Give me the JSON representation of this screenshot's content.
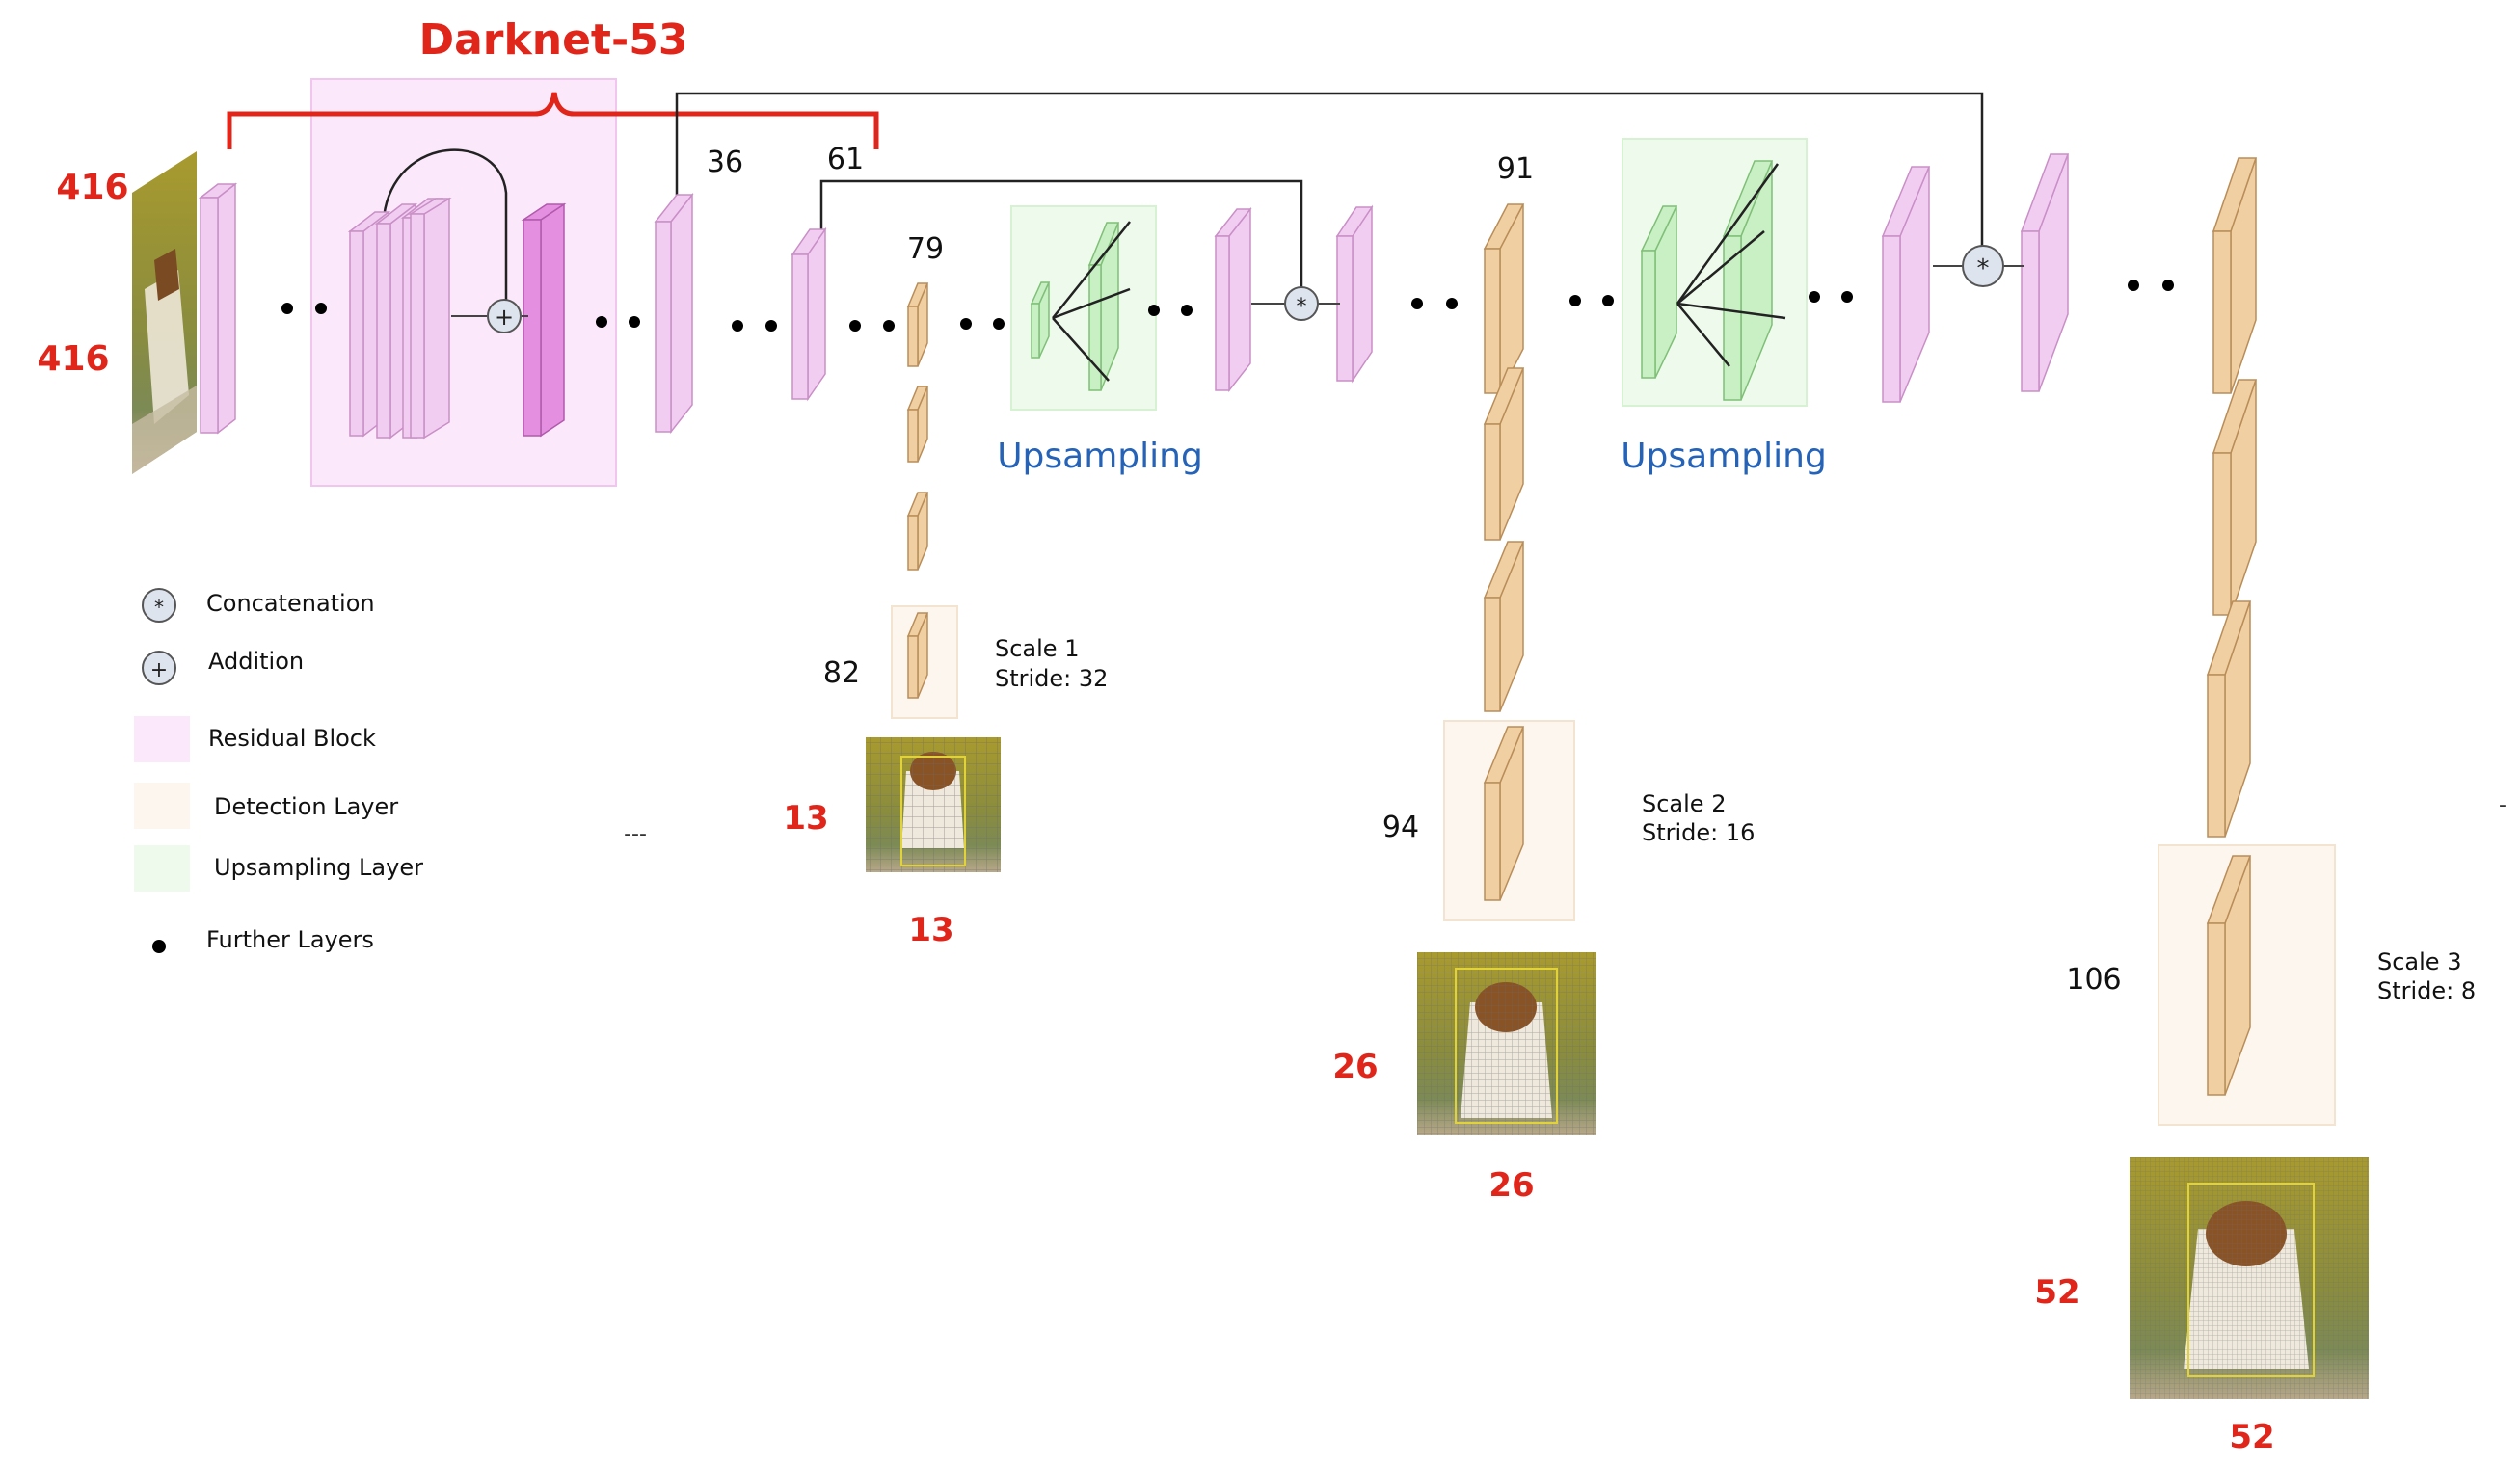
{
  "title": "Darknet-53",
  "input_dims": {
    "height": "416",
    "width": "416"
  },
  "layer_numbers": {
    "l36": "36",
    "l61": "61",
    "l79": "79",
    "l82": "82",
    "l91": "91",
    "l94": "94",
    "l106": "106"
  },
  "upsampling_labels": [
    "Upsampling",
    "Upsampling"
  ],
  "scales": [
    {
      "scale": "Scale 1",
      "stride": "Stride: 32",
      "grid_left": "13",
      "grid_bottom": "13"
    },
    {
      "scale": "Scale 2",
      "stride": "Stride: 16",
      "grid_left": "26",
      "grid_bottom": "26"
    },
    {
      "scale": "Scale 3",
      "stride": "Stride: 8",
      "grid_left": "52",
      "grid_bottom": "52"
    }
  ],
  "legend": {
    "concatenation": "Concatenation",
    "addition": "Addition",
    "residual": "Residual Block",
    "detection": "Detection Layer",
    "upsampling": "Upsampling Layer",
    "further": "Further Layers"
  },
  "symbols": {
    "concat": "*",
    "add": "+",
    "dashes": "---",
    "edge_dash": "-"
  },
  "colors": {
    "residual_layer": "#f2cdf2",
    "residual_layer_dark": "#e48fe0",
    "residual_bg": "#fbe9fb",
    "detection_layer": "#f0cfa3",
    "detection_bg": "#fdf6ee",
    "upsampling_layer": "#c9efc4",
    "upsampling_bg": "#eefbec",
    "label_red": "#e0261b",
    "label_blue": "#2563b8"
  }
}
